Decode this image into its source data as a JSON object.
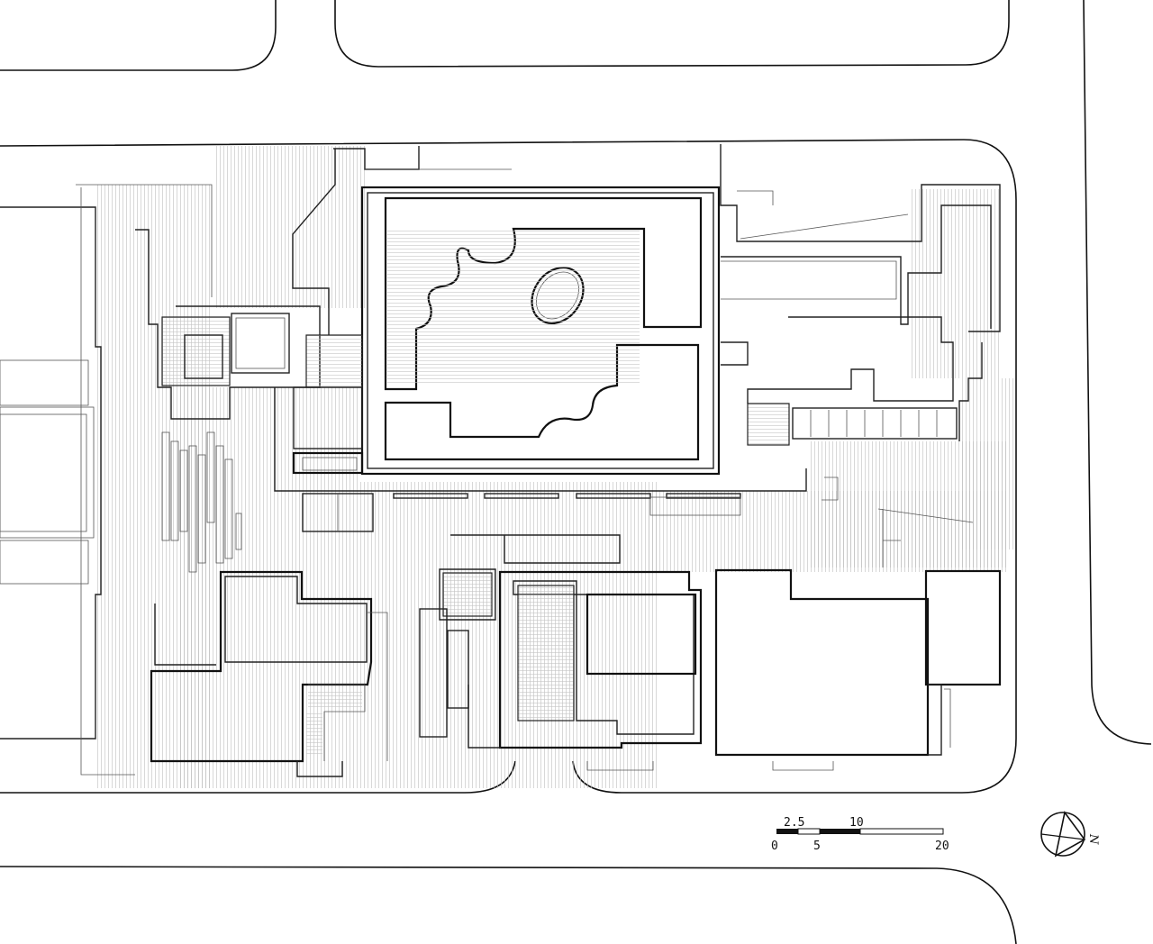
{
  "scale_bar": {
    "top_labels": [
      "2.5",
      "10"
    ],
    "bottom_labels": [
      "0",
      "5",
      "20"
    ]
  },
  "north_arrow": {
    "label": "N"
  }
}
